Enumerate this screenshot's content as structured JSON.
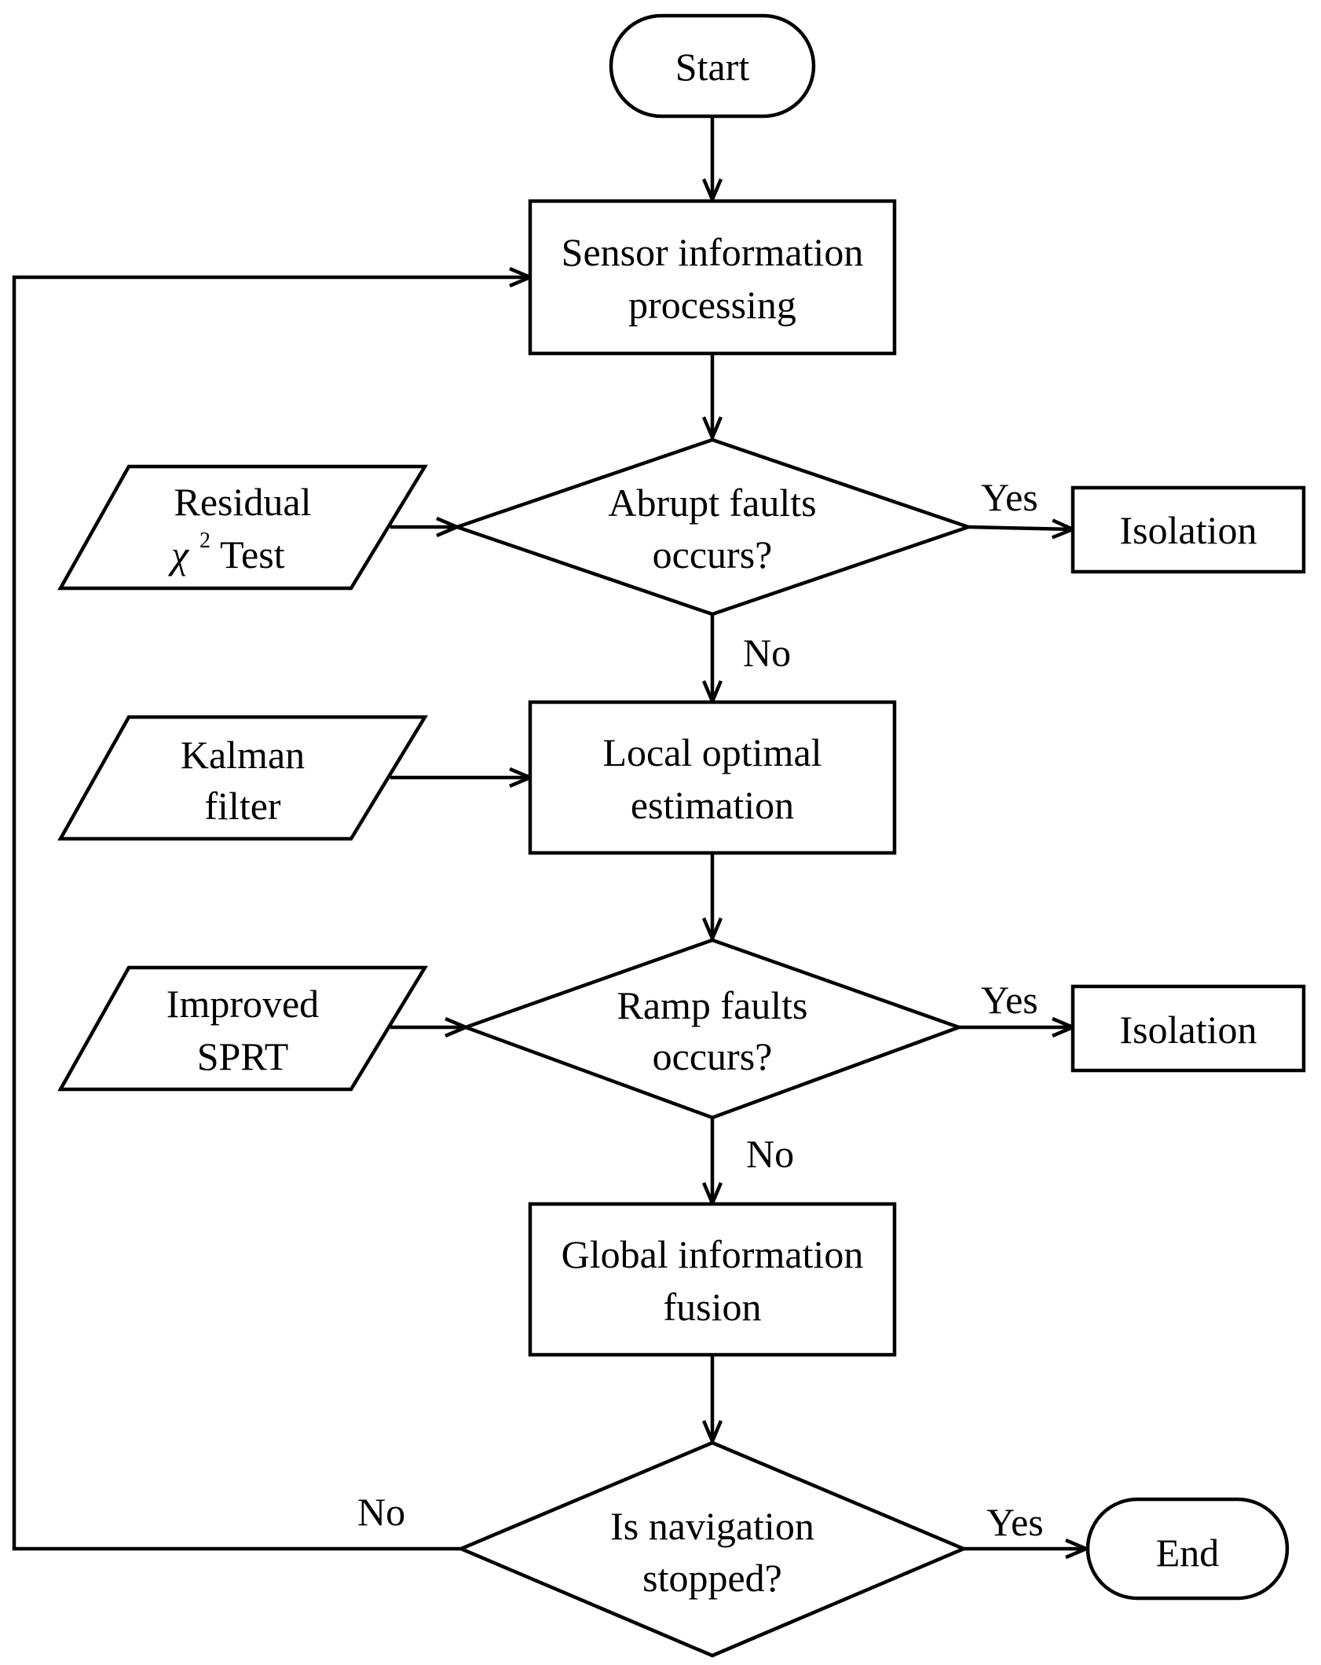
{
  "nodes": {
    "start": {
      "label": "Start"
    },
    "sensor": {
      "line1": "Sensor information",
      "line2": "processing"
    },
    "abrupt": {
      "line1": "Abrupt faults",
      "line2": "occurs?"
    },
    "residual": {
      "line1": "Residual",
      "chi_symbol": "χ",
      "chi_sup": "2",
      "line2_rest": "Test"
    },
    "isolation1": {
      "label": "Isolation"
    },
    "local": {
      "line1": "Local optimal",
      "line2": "estimation"
    },
    "kalman": {
      "line1": "Kalman",
      "line2": "filter"
    },
    "ramp": {
      "line1": "Ramp faults",
      "line2": "occurs?"
    },
    "sprt": {
      "line1": "Improved",
      "line2": "SPRT"
    },
    "isolation2": {
      "label": "Isolation"
    },
    "global": {
      "line1": "Global information",
      "line2": "fusion"
    },
    "navigation": {
      "line1": "Is navigation",
      "line2": "stopped?"
    },
    "end": {
      "label": "End"
    }
  },
  "edge_labels": {
    "abrupt_yes": "Yes",
    "abrupt_no": "No",
    "ramp_yes": "Yes",
    "ramp_no": "No",
    "nav_yes": "Yes",
    "nav_no": "No"
  }
}
